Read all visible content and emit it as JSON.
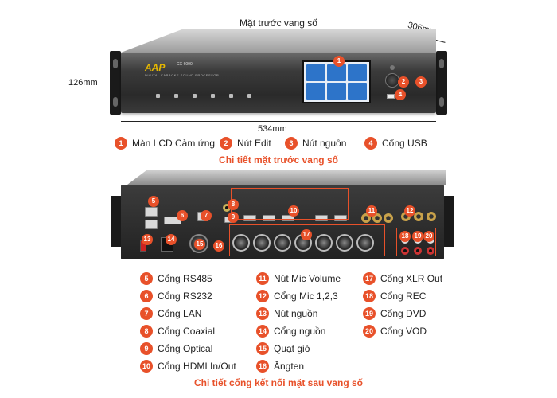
{
  "front": {
    "caption": "Mặt trước vang số",
    "depth": "306mm",
    "height": "126mm",
    "width": "534mm",
    "logo": "AAP",
    "logo_sub": "DIGITAL KARAOKE SOUND PROCESSOR",
    "model": "CX-6000"
  },
  "front_legend": [
    {
      "num": "1",
      "label": "Màn LCD Cảm ứng"
    },
    {
      "num": "2",
      "label": "Nút Edit"
    },
    {
      "num": "3",
      "label": "Nút nguồn"
    },
    {
      "num": "4",
      "label": "Cổng USB"
    }
  ],
  "front_title": "Chi tiết mặt trước vang số",
  "rear_legend": [
    {
      "num": "5",
      "label": "Cổng RS485"
    },
    {
      "num": "6",
      "label": "Cổng RS232"
    },
    {
      "num": "7",
      "label": "Cổng LAN"
    },
    {
      "num": "8",
      "label": "Cổng Coaxial"
    },
    {
      "num": "9",
      "label": "Cổng Optical"
    },
    {
      "num": "10",
      "label": "Cổng HDMI In/Out"
    },
    {
      "num": "11",
      "label": "Nút Mic Volume"
    },
    {
      "num": "12",
      "label": "Cổng Mic 1,2,3"
    },
    {
      "num": "13",
      "label": "Nút nguồn"
    },
    {
      "num": "14",
      "label": "Cổng nguồn"
    },
    {
      "num": "15",
      "label": "Quạt gió"
    },
    {
      "num": "16",
      "label": "Ăngten"
    },
    {
      "num": "17",
      "label": "Cổng XLR Out"
    },
    {
      "num": "18",
      "label": "Cổng REC"
    },
    {
      "num": "19",
      "label": "Cổng DVD"
    },
    {
      "num": "20",
      "label": "Cổng VOD"
    }
  ],
  "rear_title": "Chi tiết cổng kết nối mặt sau vang số",
  "colors": {
    "accent": "#e8512a"
  }
}
